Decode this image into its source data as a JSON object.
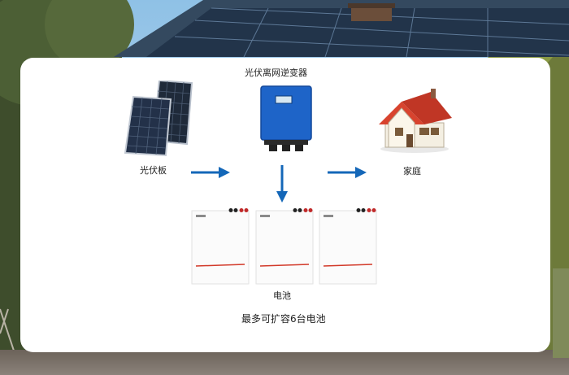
{
  "labels": {
    "inverter": "光伏离网逆变器",
    "panel": "光伏板",
    "home": "家庭",
    "battery": "电池",
    "footnote": "最多可扩容6台电池"
  },
  "colors": {
    "arrow": "#1467b8",
    "inverter": "#1e64c8",
    "roof": "#d8432e",
    "battery_stripe": "#d23a2a"
  },
  "battery_count_shown": 3
}
